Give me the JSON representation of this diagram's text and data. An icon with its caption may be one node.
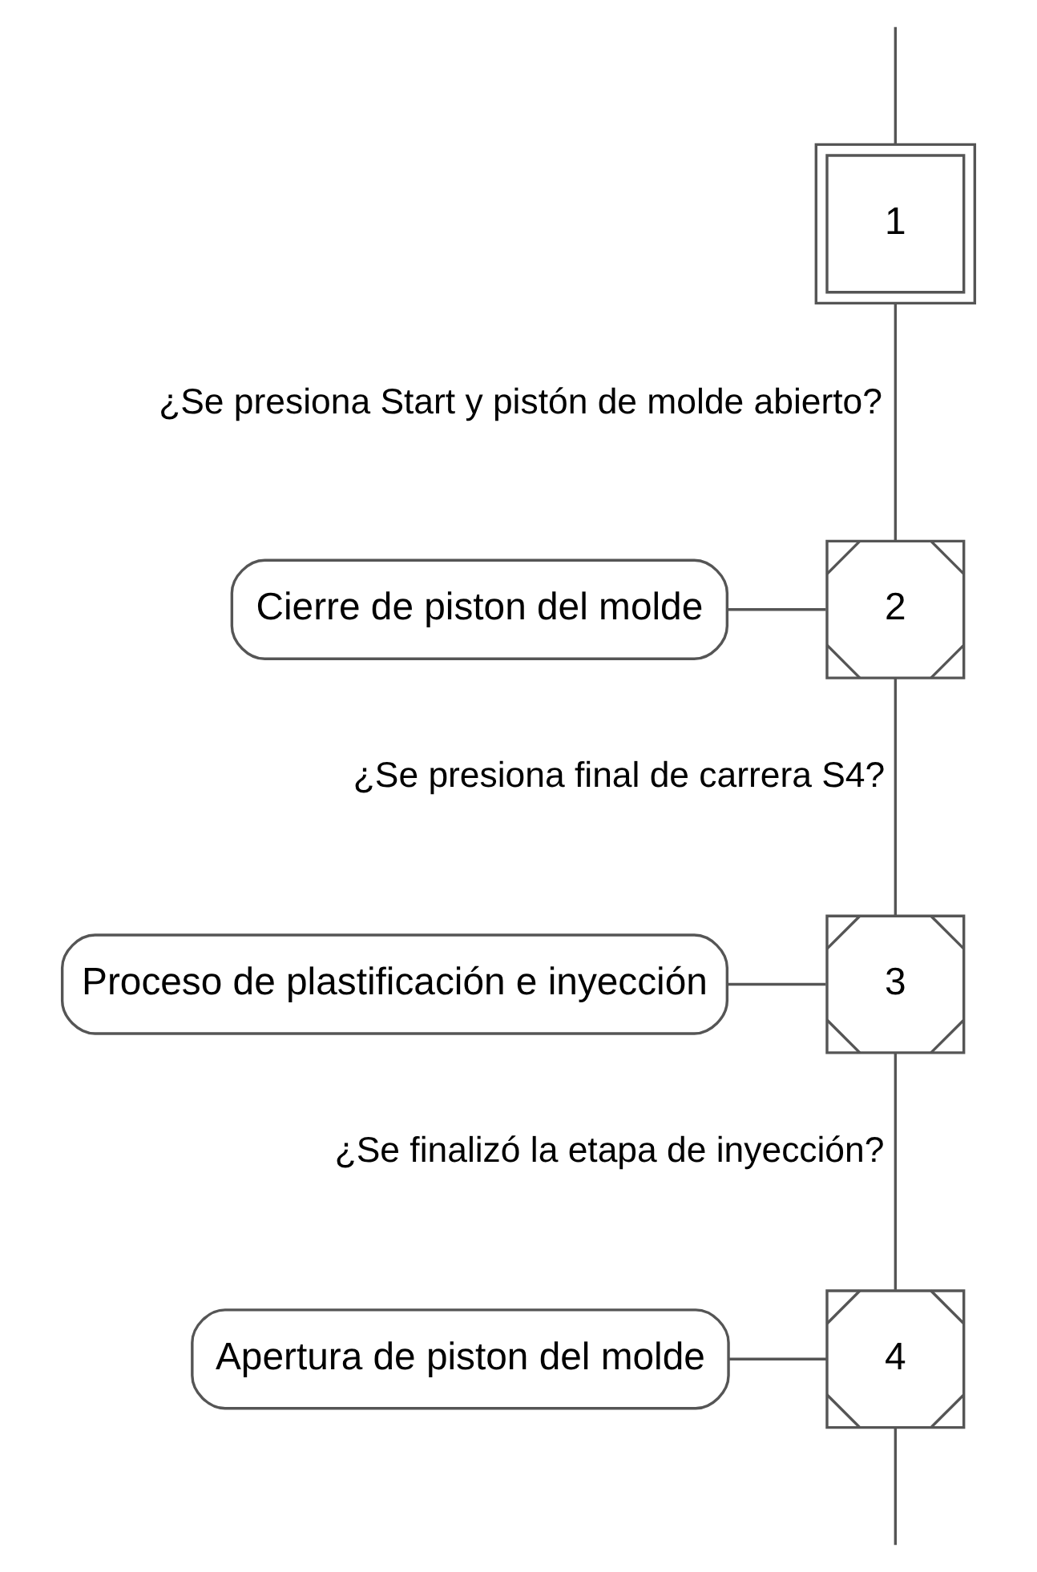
{
  "diagram": {
    "nodes": [
      {
        "text": [
          "1"
        ]
      },
      {
        "text": [
          "2"
        ]
      },
      {
        "text": [
          "Cierre de piston del molde"
        ]
      },
      {
        "text": [
          "3"
        ]
      },
      {
        "text": [
          "Proceso de plastificación e inyección"
        ]
      },
      {
        "text": [
          "4"
        ]
      },
      {
        "text": [
          "Apertura de piston del molde"
        ]
      }
    ],
    "edges": [
      {
        "from": null,
        "to": 0,
        "arrow": "none"
      },
      {
        "from": 0,
        "to": 1,
        "arrow": "none",
        "label": "¿Se presiona Start y pistón de molde abierto?"
      },
      {
        "from": 1,
        "to": 2,
        "arrow": "none"
      },
      {
        "from": 1,
        "to": 3,
        "arrow": "none",
        "label": "¿Se presiona final de carrera S4?"
      },
      {
        "from": 3,
        "to": 4,
        "arrow": "none"
      },
      {
        "from": 3,
        "to": 5,
        "arrow": "none",
        "label": "¿Se finalizó la etapa de inyección?"
      },
      {
        "from": 5,
        "to": 6,
        "arrow": "none"
      },
      {
        "from": 5,
        "to": null,
        "arrow": "none"
      }
    ]
  }
}
